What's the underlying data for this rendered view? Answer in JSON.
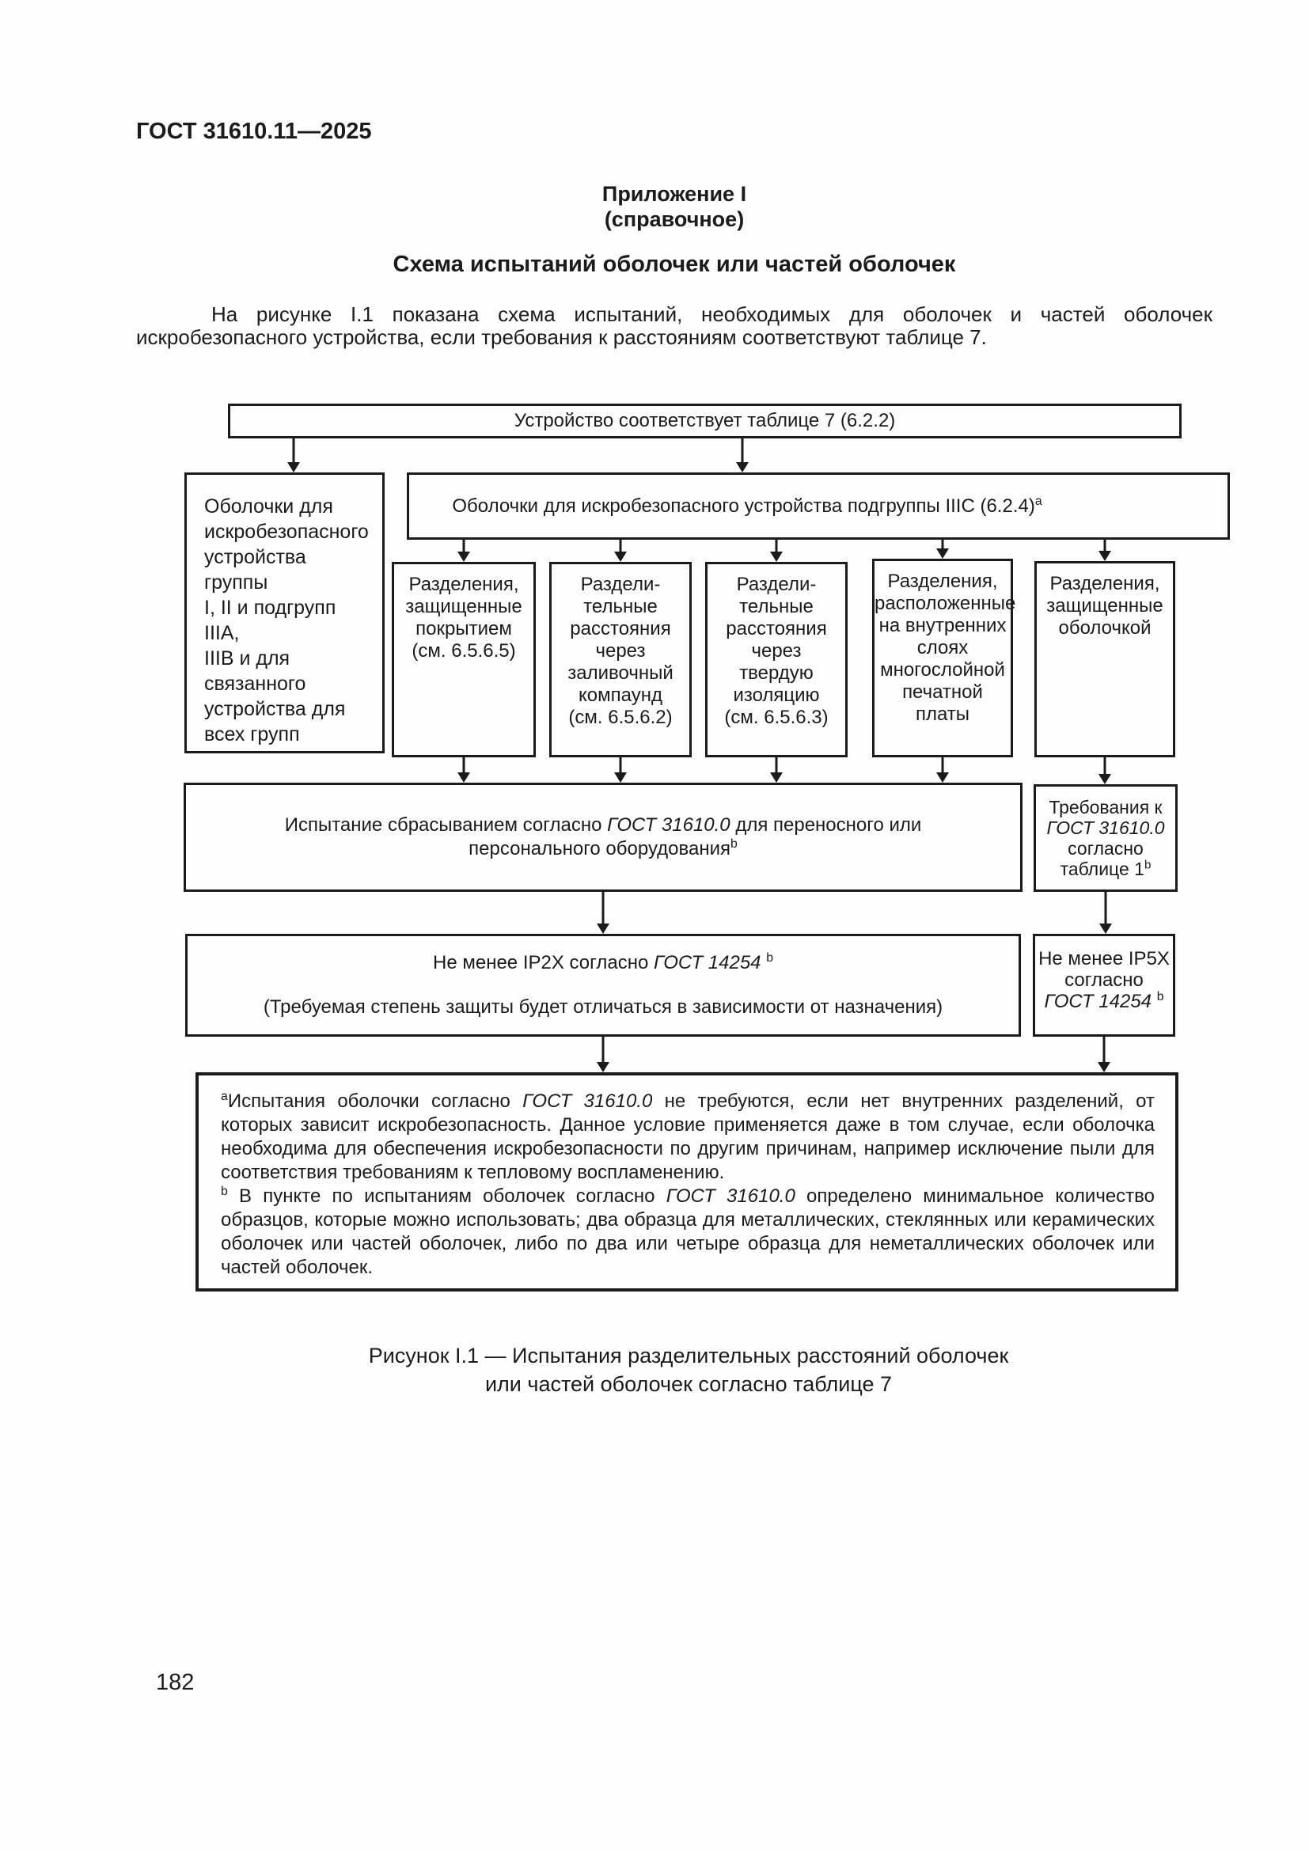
{
  "document": {
    "standard_code": "ГОСТ 31610.11—2025",
    "annex": {
      "label": "Приложение I",
      "type": "(справочное)"
    },
    "title": "Схема испытаний оболочек или частей оболочек",
    "intro": "На рисунке I.1 показана схема испытаний, необходимых для оболочек и частей оболочек искробезопасного устройства, если требования к расстояниям соответствуют таблице 7.",
    "figure_caption": "Рисунок I.1 — Испытания разделительных расстояний оболочек\nили частей оболочек согласно таблице 7",
    "page_number": "182"
  },
  "flowchart": {
    "device_box": "Устройство соответствует таблице 7 (6.2.2)",
    "group_box": "Оболочки для\nискробезопасного\nустройства группы\nI, II и подгрупп IIIA,\nIIIB и для\nсвязанного\nустройства для\nвсех групп",
    "iiic_box": [
      {
        "t": "Оболочки для искробезопасного устройства подгруппы IIIC (6.2.4)"
      },
      {
        "t": "a",
        "s": "sup"
      }
    ],
    "sep_coating_box": "Разделения,\nзащищенные\nпокрытием\n(см. 6.5.6.5)",
    "sep_compound_box": "Раздели-\nтельные\nрасстояния\nчерез\nзаливочный\nкомпаунд\n(см. 6.5.6.2)",
    "sep_solid_box": "Раздели-\nтельные\nрасстояния\nчерез\nтвердую\nизоляцию\n(см. 6.5.6.3)",
    "sep_pcb_box": "Разделения,\nрасположенные\nна внутренних\nслоях\nмногослойной\nпечатной платы",
    "sep_enclosure_box": "Разделения,\nзащищенные\nоболочкой",
    "drop_test_box": [
      {
        "t": "Испытание сбрасыванием согласно "
      },
      {
        "t": "ГОСТ 31610.0",
        "s": "i"
      },
      {
        "t": " для переносного или\nперсонального оборудования"
      },
      {
        "t": "b",
        "s": "sup"
      }
    ],
    "gost_req_box": [
      {
        "t": "Требования к\n"
      },
      {
        "t": "ГОСТ 31610.0",
        "s": "i"
      },
      {
        "t": "\nсогласно\nтаблице 1"
      },
      {
        "t": "b",
        "s": "sup"
      }
    ],
    "ip2x_line1": [
      {
        "t": "Не менее IP2X согласно "
      },
      {
        "t": "ГОСТ 14254",
        "s": "i"
      },
      {
        "t": " "
      },
      {
        "t": "b",
        "s": "sup"
      }
    ],
    "ip2x_line2": "(Требуемая степень защиты будет отличаться в зависимости от назначения)",
    "ip5x_box": [
      {
        "t": "Не менее IP5X\nсогласно\n"
      },
      {
        "t": "ГОСТ 14254",
        "s": "i"
      },
      {
        "t": " "
      },
      {
        "t": "b",
        "s": "sup"
      }
    ],
    "footnote_a": [
      {
        "t": "a",
        "s": "sup"
      },
      {
        "t": "Испытания оболочки согласно "
      },
      {
        "t": "ГОСТ 31610.0",
        "s": "i"
      },
      {
        "t": " не требуются, если нет внутренних разделений, от которых  зависит искробезопасность. Данное условие применяется даже в том случае, если оболочка необходима для  обеспечения искробезопасности по другим причинам, например исключение пыли для соответствия  требованиям к тепловому воспламенению."
      }
    ],
    "footnote_b": [
      {
        "t": "b",
        "s": "sup"
      },
      {
        "t": " В пункте по испытаниям оболочек согласно "
      },
      {
        "t": "ГОСТ 31610.0",
        "s": "i"
      },
      {
        "t": " определено минимальное количество образцов, которые можно использовать; два образца для металлических, стеклянных или керамических оболочек или частей оболочек, либо по два или четыре образца для неметаллических оболочек или частей оболочек."
      }
    ]
  }
}
